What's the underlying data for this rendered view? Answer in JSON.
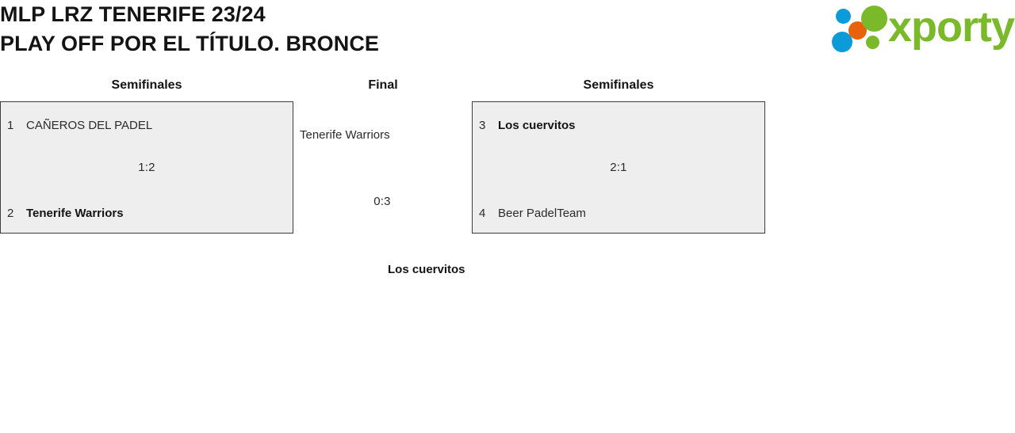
{
  "header": {
    "title_line1": "MLP LRZ TENERIFE 23/24",
    "title_line2": "PLAY OFF POR EL TÍTULO. BRONCE",
    "logo_text": "xporty",
    "logo_colors": {
      "green": "#7ab929",
      "blue": "#0b9bd8",
      "orange": "#e8620c"
    }
  },
  "bracket": {
    "rounds": [
      {
        "id": "semifinal-left",
        "label": "Semifinales"
      },
      {
        "id": "final",
        "label": "Final"
      },
      {
        "id": "semifinal-right",
        "label": "Semifinales"
      }
    ],
    "matches": {
      "semifinal_left": {
        "round_label": "Semifinales",
        "score": "1:2",
        "teams": [
          {
            "seed": "1",
            "name": "CAÑEROS DEL PADEL",
            "winner": false
          },
          {
            "seed": "2",
            "name": "Tenerife Warriors",
            "winner": true
          }
        ]
      },
      "semifinal_right": {
        "round_label": "Semifinales",
        "score": "2:1",
        "teams": [
          {
            "seed": "3",
            "name": "Los cuervitos",
            "winner": true
          },
          {
            "seed": "4",
            "name": "Beer PadelTeam",
            "winner": false
          }
        ]
      },
      "final": {
        "round_label": "Final",
        "score": "0:3",
        "teams": [
          {
            "seed": "",
            "name": "Tenerife Warriors",
            "winner": false
          },
          {
            "seed": "",
            "name": "Los cuervitos",
            "winner": true
          }
        ]
      }
    },
    "colors": {
      "box_fill": "#eeeeee",
      "box_border": "#3d3d3d",
      "text": "#1a1a1a"
    }
  }
}
